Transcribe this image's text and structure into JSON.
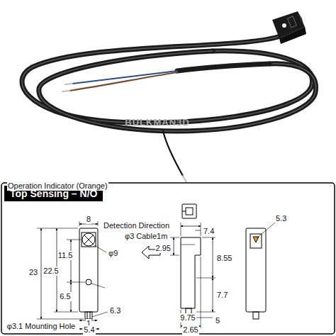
{
  "diagram": {
    "title": "Top Sensing – N/O",
    "labels": [
      "BULKMAN3D",
      "8",
      "φ9",
      "23",
      "22.5",
      "11.5",
      "6.5",
      "φ3.1 Mounting Hole",
      "1",
      "5.4",
      "6.3",
      "φ3 Cable1m",
      "Detection Direction",
      "7.4",
      "2.95",
      "8.55",
      "7.7",
      "9.75",
      "5",
      "2.65",
      "5.3",
      "Operation Indicator (Orange)"
    ]
  }
}
